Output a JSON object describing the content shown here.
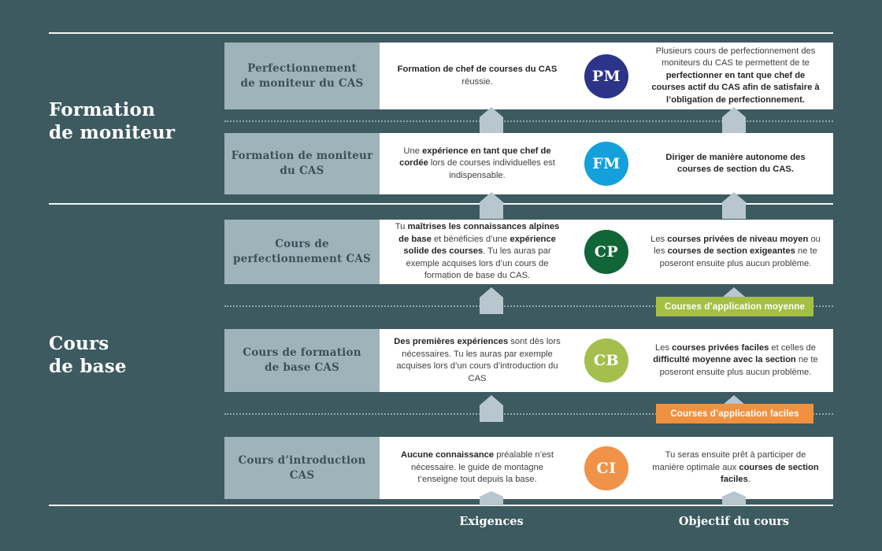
{
  "palette": {
    "background": "#3d5a60",
    "rule": "#f2f5f5",
    "left_box": "#9fb3ba",
    "card": "#ffffff",
    "arrow": "#b7c7cd",
    "pill_green": "#a4c044",
    "pill_orange": "#f0913f",
    "pm_circle": "#2b3488",
    "fm_circle": "#14a0db",
    "cp_circle": "#116638",
    "cb_circle": "#a4bf4d",
    "ci_circle": "#f09248"
  },
  "groups": [
    {
      "id": "formation-de-moniteur",
      "line1": "Formation",
      "line2": "de moniteur"
    },
    {
      "id": "cours-de-base",
      "line1": "Cours",
      "line2": "de base"
    }
  ],
  "footer": {
    "requirements_label": "Exigences",
    "objective_label": "Objectif du cours"
  },
  "pills": [
    {
      "id": "moyenne",
      "label": "Courses d’application moyenne",
      "color": "#a4c044"
    },
    {
      "id": "faciles",
      "label": "Courses d’application faciles",
      "color": "#f0913f"
    }
  ],
  "rows": [
    {
      "id": "pm",
      "title": "Perfectionnement\nde moniteur du CAS",
      "title_lines": [
        "Perfectionnement",
        "de moniteur du CAS"
      ],
      "badge": {
        "text": "PM",
        "color": "#2b3488"
      },
      "requirements_html": "<b>Formation de chef de courses du CAS</b> réussie.",
      "requirements_text": "Formation de chef de courses du CAS réussie.",
      "objective_html": "Plusieurs cours de perfectionnement des moniteurs du CAS te permettent de te <b>perfectionner en tant que chef de courses actif du CAS afin de satisfaire à l’obligation de perfectionnement.</b>",
      "objective_text": "Plusieurs cours de perfectionnement des moniteurs du CAS te permettent de te perfectionner en tant que chef de courses actif du CAS afin de satisfaire à l’obligation de perfectionnement."
    },
    {
      "id": "fm",
      "title": "Formation de moniteur\ndu CAS",
      "title_lines": [
        "Formation de moniteur",
        "du CAS"
      ],
      "badge": {
        "text": "FM",
        "color": "#14a0db"
      },
      "requirements_html": "Une <b>expérience en tant que chef de cordée</b> lors de courses individuelles est indispensable.",
      "requirements_text": "Une expérience en tant que chef de cordée lors de courses individuelles est indispensable.",
      "objective_html": "<b>Diriger de manière autonome des courses de section du CAS.</b>",
      "objective_text": "Diriger de manière autonome des courses de section du CAS."
    },
    {
      "id": "cp",
      "title": "Cours de\nperfectionnement CAS",
      "title_lines": [
        "Cours de",
        "perfectionnement CAS"
      ],
      "badge": {
        "text": "CP",
        "color": "#116638"
      },
      "requirements_html": "Tu <b>maîtrises les connaissances alpines de base</b> et bénéficies d’une <b>expérience solide des courses</b>. Tu les auras par exemple acquises lors d’un cours de formation de base du CAS.",
      "requirements_text": "Tu maîtrises les connaissances alpines de base et bénéficies d’une expérience solide des courses. Tu les auras par exemple acquises lors d’un cours de formation de base du CAS.",
      "objective_html": "Les <b>courses privées de niveau moyen</b> ou les <b>courses de section exigeantes</b> ne te poseront ensuite plus aucun problème.",
      "objective_text": "Les courses privées de niveau moyen ou les courses de section exigeantes ne te poseront ensuite plus aucun problème."
    },
    {
      "id": "cb",
      "title": "Cours de formation\nde base CAS",
      "title_lines": [
        "Cours de formation",
        "de base CAS"
      ],
      "badge": {
        "text": "CB",
        "color": "#a4bf4d"
      },
      "requirements_html": "<b>Des premières expériences</b> sont dès lors nécessaires. Tu les auras par exemple acquises lors d’un cours d’introduction du CAS",
      "requirements_text": "Des premières expériences sont dès lors nécessaires. Tu les auras par exemple acquises lors d’un cours d’introduction du CAS",
      "objective_html": "Les <b>courses privées faciles</b> et celles de <b>difficulté moyenne avec la section</b> ne te poseront ensuite plus aucun problème.",
      "objective_text": "Les courses privées faciles et celles de difficulté moyenne avec la section ne te poseront ensuite plus aucun problème."
    },
    {
      "id": "ci",
      "title": "Cours d’introduction\nCAS",
      "title_lines": [
        "Cours d’introduction",
        "CAS"
      ],
      "badge": {
        "text": "CI",
        "color": "#f09248"
      },
      "requirements_html": "<b>Aucune connaissance</b> préalable n’est nécessaire. le guide de montagne t’enseigne tout depuis la base.",
      "requirements_text": "Aucune connaissance préalable n’est nécessaire. le guide de montagne t’enseigne tout depuis la base.",
      "objective_html": "Tu seras ensuite prêt à participer de manière optimale aux <b>courses de section faciles</b>.",
      "objective_text": "Tu seras ensuite prêt à participer de manière optimale aux courses de section faciles."
    }
  ]
}
